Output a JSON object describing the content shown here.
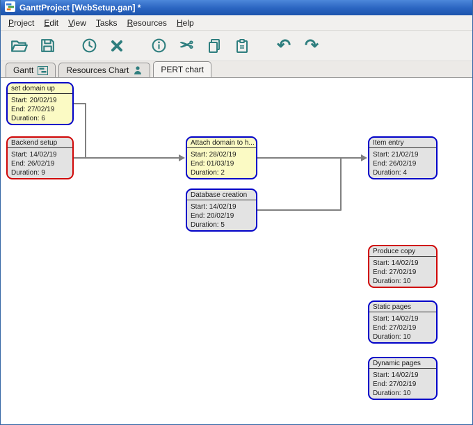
{
  "window": {
    "title": "GanttProject [WebSetup.gan] *"
  },
  "menu": {
    "items": [
      {
        "label": "Project"
      },
      {
        "label": "Edit"
      },
      {
        "label": "View"
      },
      {
        "label": "Tasks"
      },
      {
        "label": "Resources"
      },
      {
        "label": "Help"
      }
    ]
  },
  "toolbar": {
    "icons": [
      {
        "name": "open-icon"
      },
      {
        "name": "save-icon"
      },
      {
        "name": "clock-icon"
      },
      {
        "name": "delete-icon"
      },
      {
        "name": "info-icon"
      },
      {
        "name": "cut-icon",
        "glyph": "✂"
      },
      {
        "name": "copy-icon"
      },
      {
        "name": "paste-icon"
      },
      {
        "name": "undo-icon",
        "glyph": "↶"
      },
      {
        "name": "redo-icon",
        "glyph": "↷"
      }
    ]
  },
  "tabs": {
    "gantt": {
      "label": "Gantt"
    },
    "resources": {
      "label": "Resources Chart"
    },
    "pert": {
      "label": "PERT chart"
    }
  },
  "colors": {
    "titlebar_blue": "#2a64c0",
    "icon_teal": "#2e7e7e",
    "critical_fill": "#fbfac4",
    "normal_fill": "#e3e3e3",
    "border_blue": "#0202c8",
    "border_red": "#d00707",
    "arrow_gray": "#808080"
  },
  "pert": {
    "tasks": [
      {
        "name": "set domain up",
        "start": "Start: 20/02/19",
        "end": "End: 27/02/19",
        "duration": "Duration: 6"
      },
      {
        "name": "Backend setup",
        "start": "Start: 14/02/19",
        "end": "End: 26/02/19",
        "duration": "Duration: 9"
      },
      {
        "name": "Attach domain to h...",
        "start": "Start: 28/02/19",
        "end": "End: 01/03/19",
        "duration": "Duration: 2"
      },
      {
        "name": "Database creation",
        "start": "Start: 14/02/19",
        "end": "End: 20/02/19",
        "duration": "Duration: 5"
      },
      {
        "name": "Item entry",
        "start": "Start: 21/02/19",
        "end": "End: 26/02/19",
        "duration": "Duration: 4"
      },
      {
        "name": "Produce copy",
        "start": "Start: 14/02/19",
        "end": "End: 27/02/19",
        "duration": "Duration: 10"
      },
      {
        "name": "Static pages",
        "start": "Start: 14/02/19",
        "end": "End: 27/02/19",
        "duration": "Duration: 10"
      },
      {
        "name": "Dynamic pages",
        "start": "Start: 14/02/19",
        "end": "End: 27/02/19",
        "duration": "Duration: 10"
      }
    ]
  }
}
